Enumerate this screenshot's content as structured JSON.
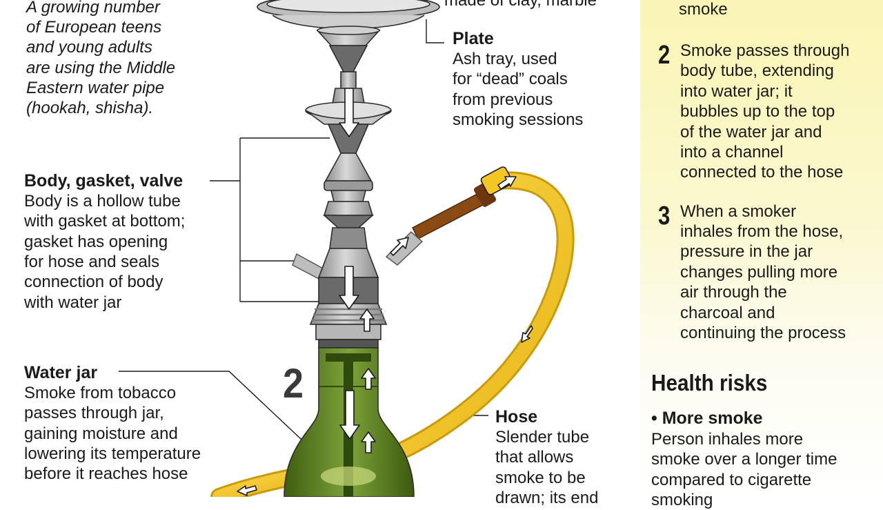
{
  "intro": {
    "lines": [
      "A growing number",
      "of European teens",
      "and young adults",
      "are using the Middle",
      "Eastern water pipe",
      "(hookah, shisha)."
    ]
  },
  "top_fragment": "made of clay, marble",
  "plate": {
    "title": "Plate",
    "lines": [
      "Ash tray, used",
      "for “dead” coals",
      "from previous",
      "smoking sessions"
    ]
  },
  "body_gasket": {
    "title": "Body, gasket, valve",
    "lines": [
      "Body is a hollow tube",
      "with gasket at bottom;",
      "gasket has opening",
      "for hose and seals",
      "connection of body",
      "with water jar"
    ]
  },
  "water_jar": {
    "title": "Water jar",
    "lines": [
      "Smoke from tobacco",
      "passes through jar,",
      "gaining moisture and",
      "lowering its temperature",
      "before it reaches hose"
    ]
  },
  "hose": {
    "title": "Hose",
    "lines": [
      "Slender tube",
      "that allows",
      "smoke to be",
      "drawn; its end"
    ]
  },
  "diagram_step_number": "2",
  "steps_panel": {
    "step1_tail": "smoke",
    "steps": [
      {
        "number": "2",
        "lines": [
          "Smoke passes through",
          "body tube, extending",
          "into water jar; it",
          "bubbles up to the top",
          "of the water jar and",
          "into a channel",
          "connected to the hose"
        ]
      },
      {
        "number": "3",
        "lines": [
          "When a smoker",
          "inhales from the hose,",
          "pressure in the jar",
          "changes pulling more",
          "air through the",
          "charcoal and",
          "continuing the process"
        ]
      }
    ]
  },
  "health_risks": {
    "title": "Health risks",
    "items": [
      {
        "title": "• More smoke",
        "lines": [
          "Person inhales more",
          "smoke over a longer time",
          "compared to cigarette",
          "smoking"
        ]
      }
    ]
  },
  "colors": {
    "hose_yellow": "#f3c624",
    "hose_outline": "#c99a0a",
    "jar_green": "#5d7f1e",
    "jar_dark": "#2f4a0c",
    "metal_gray": "#a9a9a9",
    "metal_dark": "#6e6e6e",
    "mouthpiece_brown": "#8a4a14",
    "panel_yellow": "#faf5b4"
  }
}
